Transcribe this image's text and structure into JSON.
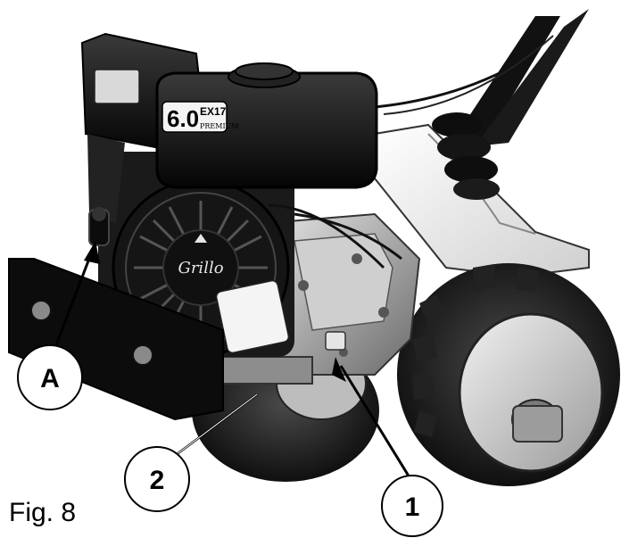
{
  "figure": {
    "caption": "Fig. 8",
    "engine_label": {
      "model": "6.0",
      "badge_top": "EX17",
      "badge_bottom": "PREMIUM"
    },
    "brand_logo": "Grillo",
    "callouts": [
      {
        "id": "A",
        "label": "A"
      },
      {
        "id": "2",
        "label": "2"
      },
      {
        "id": "1",
        "label": "1"
      }
    ]
  }
}
